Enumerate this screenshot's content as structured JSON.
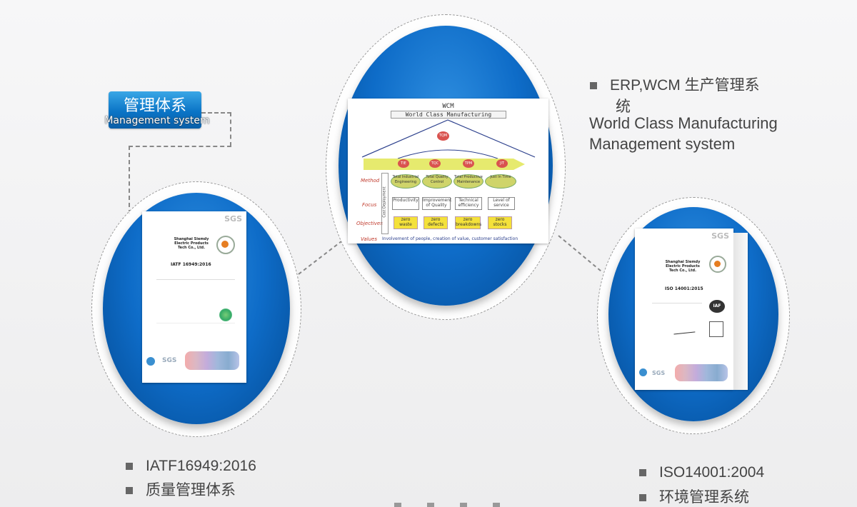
{
  "badge": {
    "title_cn": "管理体系",
    "title_en": "Management system"
  },
  "wcm": {
    "title": "WCM",
    "subtitle": "World Class Manufacturing",
    "tqm": "TQM",
    "pillars": [
      "TIE",
      "TQC",
      "TPM",
      "JIT"
    ],
    "method_label": "Method",
    "focus_label": "Focus",
    "objectives_label": "Objectives",
    "values_label": "Values",
    "side_label": "Cost Deployment",
    "methods": [
      "Total Industrial Engineering",
      "Total Quality Control",
      "Total Productive Maintenance",
      "Just In Time"
    ],
    "focus": [
      "Productivity",
      "Improvement of Quality",
      "Technical efficiency",
      "Level of service"
    ],
    "objectives": [
      "zero waste",
      "zero defects",
      "zero breakdowns",
      "zero stocks"
    ],
    "values_text": "Involvement of people, creation of value, customer satisfaction"
  },
  "cert_left": {
    "logo": "SGS",
    "company": "Shanghai Siemdy Electric Products Tech Co., Ltd.",
    "standard": "IATF 16949:2016",
    "footer": "SGS"
  },
  "cert_right": {
    "logo": "SGS",
    "company": "Shanghai Siemdy Electric Products Tech Co., Ltd.",
    "standard": "ISO 14001:2015",
    "iaf": "IAF",
    "footer": "SGS"
  },
  "right_top": {
    "bullet_line1": "ERP,WCM 生产管理系",
    "bullet_line2": "统",
    "line3": "World Class Manufacturing",
    "line4": "Management system"
  },
  "bottom_left": {
    "item1": "IATF16949:2016",
    "item2": "质量管理体系"
  },
  "bottom_right": {
    "item1": "ISO14001:2004",
    "item2": "环境管理系统"
  },
  "colors": {
    "accent": "#0e6cc8",
    "text": "#444444",
    "dash": "#888888"
  }
}
